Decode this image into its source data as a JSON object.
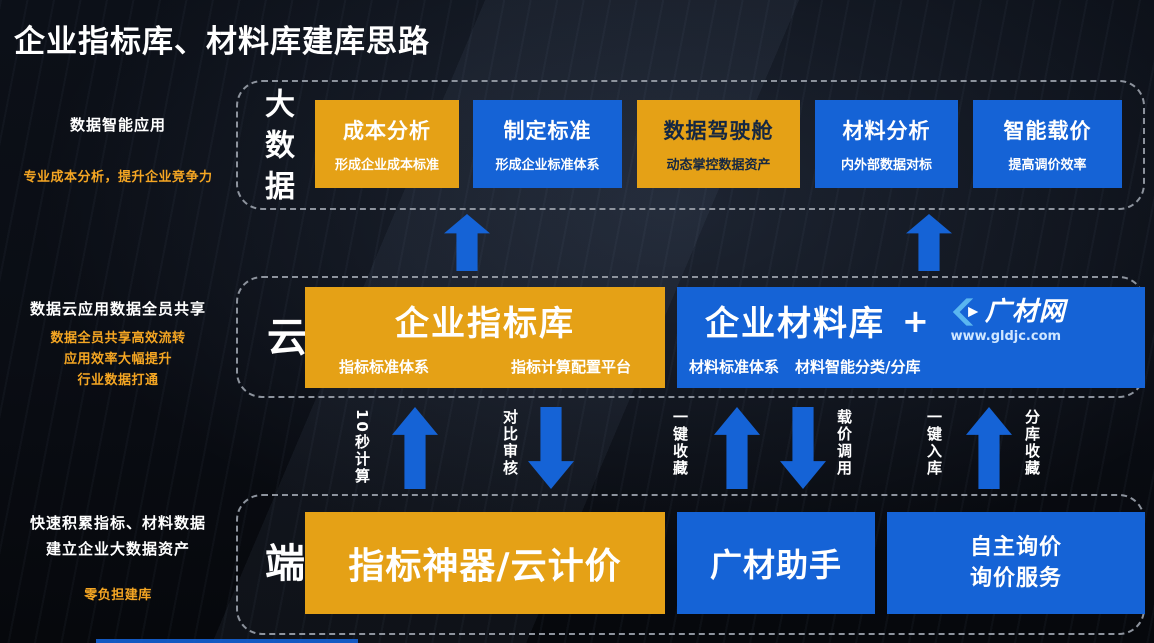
{
  "page": {
    "title": "企业指标库、材料库建库思路"
  },
  "colors": {
    "gold": "#E5A116",
    "blue": "#1563D6",
    "arrow": "#1563D6",
    "accent": "#F5A623",
    "text_dark": "#152742"
  },
  "left_notes": {
    "note1_main": "数据智能应用",
    "note1_sub": "专业成本分析，提升企业竞争力",
    "note2_main": "数据云应用数据全员共享",
    "note2_sub1": "数据全员共享高效流转",
    "note2_sub2": "应用效率大幅提升",
    "note2_sub3": "行业数据打通",
    "note3_main1": "快速积累指标、材料数据",
    "note3_main2": "建立企业大数据资产",
    "note3_sub": "零负担建库"
  },
  "tiers": {
    "bigdata_label": "大数据",
    "cloud_label": "云",
    "edge_label": "端"
  },
  "bigdata_cards": [
    {
      "title": "成本分析",
      "subtitle": "形成企业成本标准"
    },
    {
      "title": "制定标准",
      "subtitle": "形成企业标准体系"
    },
    {
      "title": "数据驾驶舱",
      "subtitle": "动态掌控数据资产"
    },
    {
      "title": "材料分析",
      "subtitle": "内外部数据对标"
    },
    {
      "title": "智能载价",
      "subtitle": "提高调价效率"
    }
  ],
  "cloud_cards": {
    "indicator": {
      "title": "企业指标库",
      "sub_left": "指标标准体系",
      "sub_right": "指标计算配置平台"
    },
    "material": {
      "title": "企业材料库",
      "plus": "+",
      "logo_name": "广材网",
      "logo_url": "www.gldjc.com",
      "sub_left": "材料标准体系",
      "sub_right": "材料智能分类/分库"
    }
  },
  "edge_cards": {
    "card1_title": "指标神器/云计价",
    "card2_title": "广材助手",
    "card3_line1": "自主询价",
    "card3_line2": "询价服务"
  },
  "flow_labels": {
    "l1": "10秒计算",
    "l2": "对比审核",
    "l3": "一键收藏",
    "l4": "载价调用",
    "l5": "一键入库",
    "l6": "分库收藏"
  }
}
